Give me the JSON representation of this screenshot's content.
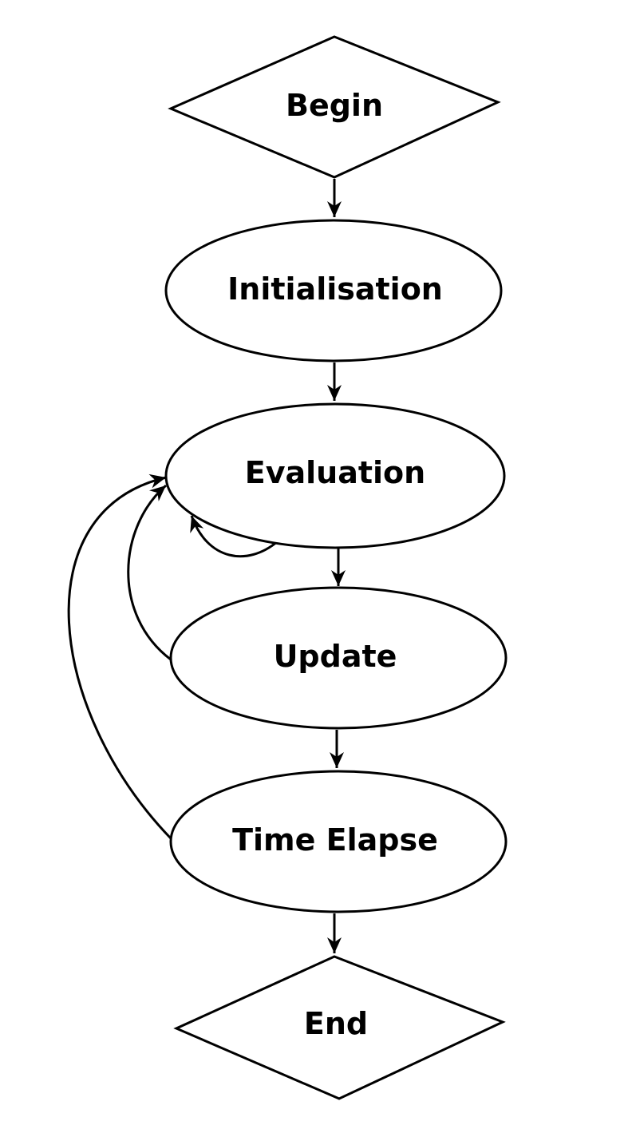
{
  "diagram": {
    "type": "flowchart",
    "stroke_color": "#000000",
    "background_color": "#ffffff",
    "nodes": {
      "begin": {
        "label": "Begin",
        "shape": "diamond"
      },
      "initialisation": {
        "label": "Initialisation",
        "shape": "ellipse"
      },
      "evaluation": {
        "label": "Evaluation",
        "shape": "ellipse"
      },
      "update": {
        "label": "Update",
        "shape": "ellipse"
      },
      "time_elapse": {
        "label": "Time Elapse",
        "shape": "ellipse"
      },
      "end": {
        "label": "End",
        "shape": "diamond"
      }
    },
    "edges": [
      {
        "from": "begin",
        "to": "initialisation"
      },
      {
        "from": "initialisation",
        "to": "evaluation"
      },
      {
        "from": "evaluation",
        "to": "update"
      },
      {
        "from": "update",
        "to": "time_elapse"
      },
      {
        "from": "time_elapse",
        "to": "end"
      },
      {
        "from": "evaluation",
        "to": "evaluation",
        "kind": "self-loop"
      },
      {
        "from": "update",
        "to": "evaluation",
        "kind": "loop-back"
      },
      {
        "from": "time_elapse",
        "to": "evaluation",
        "kind": "loop-back"
      }
    ]
  }
}
